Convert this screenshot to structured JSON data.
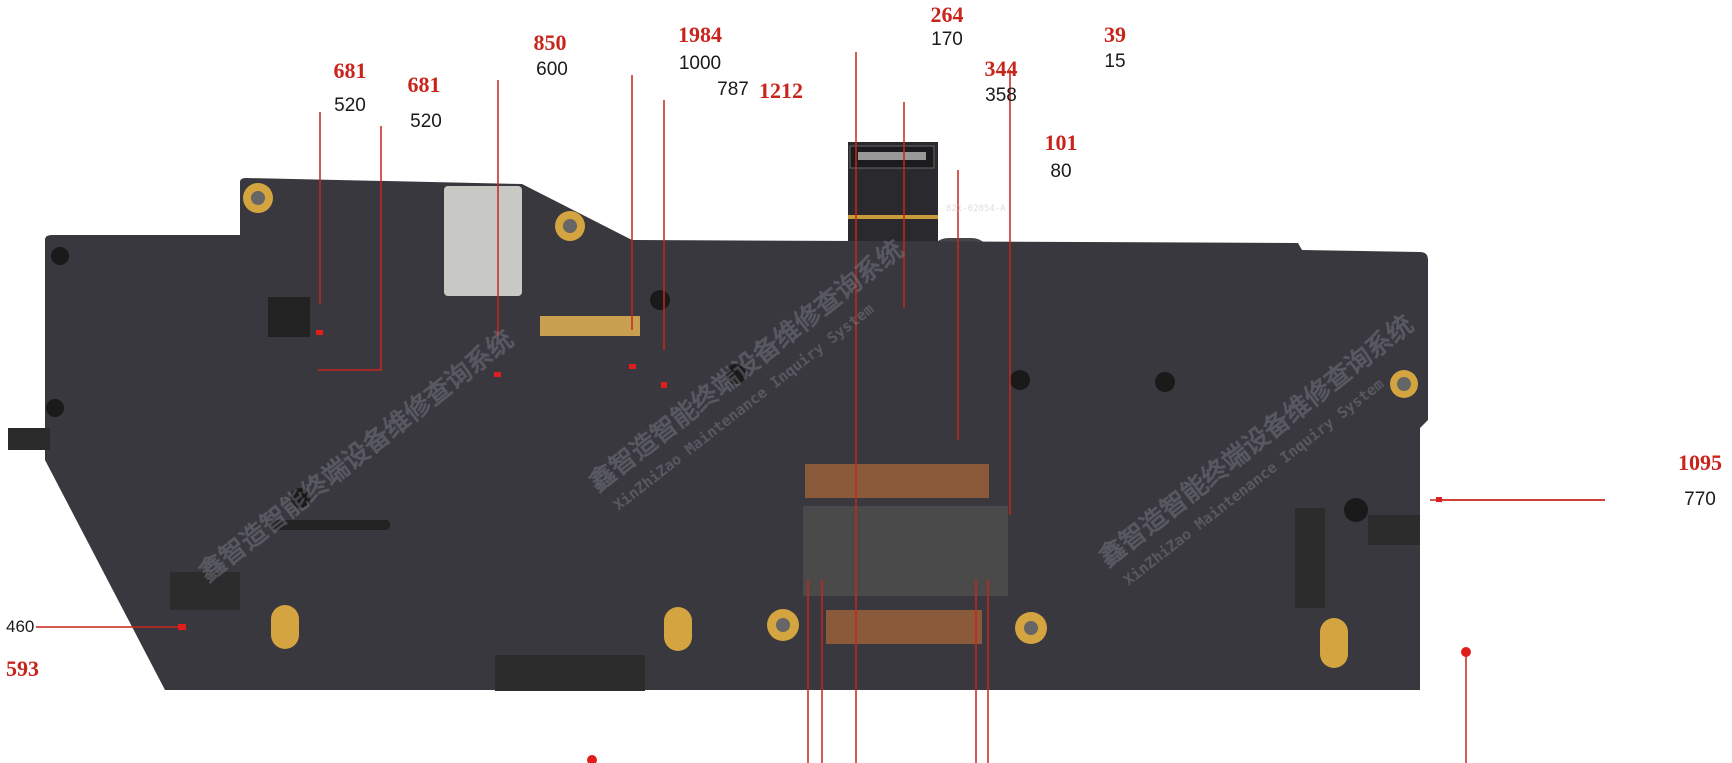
{
  "labels": [
    {
      "id": "a",
      "red": "681",
      "black": "520"
    },
    {
      "id": "b",
      "red": "681",
      "black": "520"
    },
    {
      "id": "c",
      "red": "850",
      "black": "600"
    },
    {
      "id": "d",
      "red": "1984",
      "black": "1000"
    },
    {
      "id": "e",
      "red": "1212",
      "black": "787"
    },
    {
      "id": "f",
      "red": "264",
      "black": "170"
    },
    {
      "id": "g",
      "red": "344",
      "black": "358"
    },
    {
      "id": "h",
      "red": "101",
      "black": "80"
    },
    {
      "id": "i",
      "red": "39",
      "black": "15"
    },
    {
      "id": "j",
      "red": "1095",
      "black": "770"
    },
    {
      "id": "k",
      "red": "593",
      "black": "460"
    }
  ],
  "connector_text": "821-02854-A",
  "watermark": {
    "cn": "鑫智造智能终端设备维修查询系统",
    "en": "XinZhiZao Maintenance Inquiry System"
  },
  "colors": {
    "annotation_red": "#c9241c",
    "board": "#3a3a40",
    "pad_gold": "#d4a441"
  }
}
